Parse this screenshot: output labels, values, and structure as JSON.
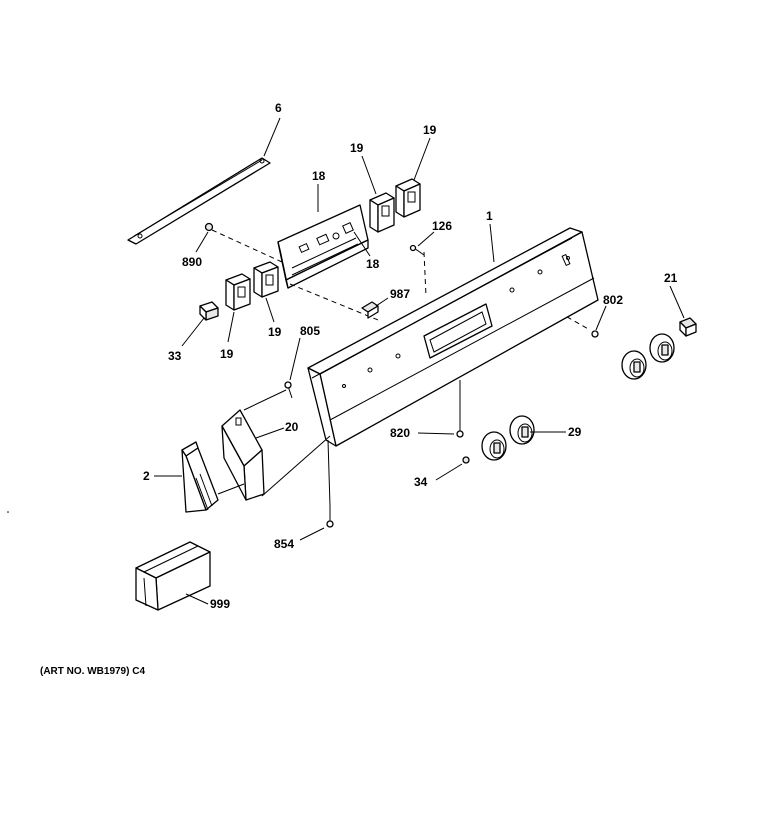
{
  "diagram": {
    "callouts": {
      "c6": "6",
      "c19a": "19",
      "c19b": "19",
      "c18a": "18",
      "c18b": "18",
      "c126": "126",
      "c1": "1",
      "c890": "890",
      "c987": "987",
      "c802": "802",
      "c21": "21",
      "c33": "33",
      "c19c": "19",
      "c19d": "19",
      "c805": "805",
      "c20": "20",
      "c820": "820",
      "c29": "29",
      "c2": "2",
      "c34": "34",
      "c854": "854",
      "c999": "999"
    },
    "art_number": "(ART NO. WB1979) C4"
  }
}
